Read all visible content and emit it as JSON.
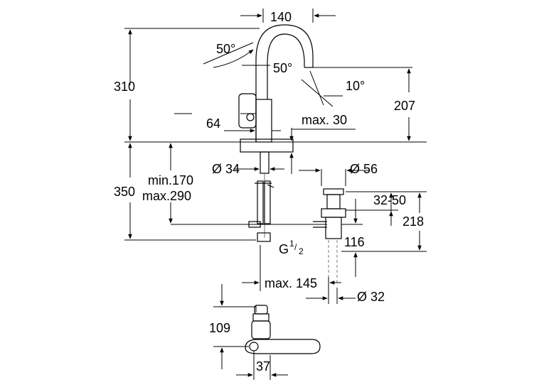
{
  "dimensions": {
    "top_width": "140",
    "angle_upper_left": "50°",
    "angle_upper_right": "50°",
    "angle_spout": "10°",
    "total_height": "310",
    "spout_height": "207",
    "base_offset": "64",
    "max_deck": "max. 30",
    "hole_diameter": "Ø 34",
    "drain_diameter": "Ø 56",
    "below_height": "350",
    "range_min": "min.170",
    "range_max": "max.290",
    "drain_range": "32-50",
    "drain_total": "218",
    "thread_main": "G",
    "thread_num": "1",
    "thread_den": "2",
    "drain_depth": "116",
    "max_reach": "max. 145",
    "pipe_diameter": "Ø 32",
    "handle_height": "109",
    "handle_offset": "37"
  }
}
